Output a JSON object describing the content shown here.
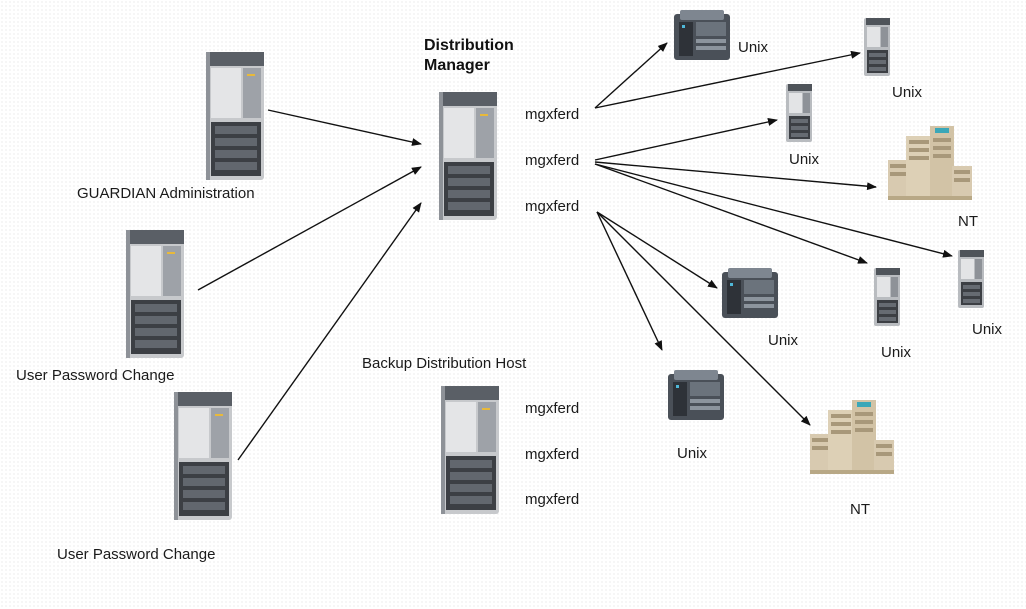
{
  "colors": {
    "arrow": "#111111",
    "tower_body": "#c7c9cc",
    "tower_front": "#e4e5e7",
    "tower_dark": "#3c3f44",
    "tower_drive": "#54585e",
    "tower_top": "#5a5f66",
    "compact_body": "#4a5058",
    "compact_light": "#7e8690",
    "nt_body": "#d8cab0",
    "nt_dark": "#a8987a",
    "nt_accent": "#3aa7b8"
  },
  "diagram": {
    "title": "Distribution\nManager",
    "daemon_label": "mgxferd",
    "backup_title": "Backup Distribution Host",
    "sources": [
      {
        "label": "GUARDIAN Administration",
        "icon": "tower-server-icon"
      },
      {
        "label": "User Password Change",
        "icon": "tower-server-icon"
      },
      {
        "label": "User Password Change",
        "icon": "tower-server-icon"
      }
    ],
    "targets": [
      {
        "label": "Unix",
        "icon": "compact-server-icon"
      },
      {
        "label": "Unix",
        "icon": "slim-server-icon"
      },
      {
        "label": "Unix",
        "icon": "slim-server-icon"
      },
      {
        "label": "NT",
        "icon": "nt-server-icon"
      },
      {
        "label": "Unix",
        "icon": "slim-server-icon"
      },
      {
        "label": "Unix",
        "icon": "slim-server-icon"
      },
      {
        "label": "Unix",
        "icon": "compact-server-icon"
      },
      {
        "label": "Unix",
        "icon": "compact-server-icon"
      },
      {
        "label": "NT",
        "icon": "nt-server-icon"
      }
    ]
  }
}
